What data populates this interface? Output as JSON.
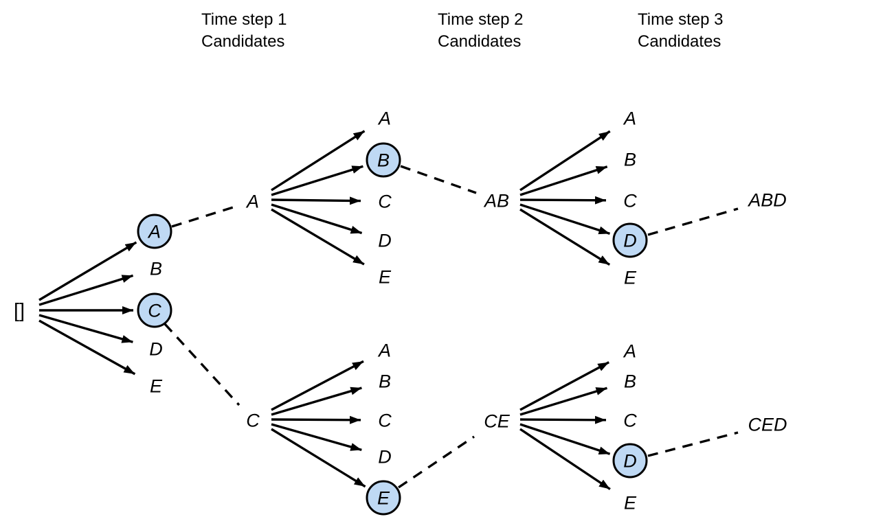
{
  "headers": [
    {
      "line1": "Time step 1",
      "line2": "Candidates"
    },
    {
      "line1": "Time step 2",
      "line2": "Candidates"
    },
    {
      "line1": "Time step 3",
      "line2": "Candidates"
    }
  ],
  "root": "[]",
  "beams": [
    {
      "name": "start",
      "candidates": [
        "A",
        "B",
        "C",
        "D",
        "E"
      ],
      "selected": [
        "A",
        "C"
      ],
      "selected_indices": [
        0,
        2
      ]
    },
    {
      "name": "beam-a",
      "label": "A",
      "candidates": [
        "A",
        "B",
        "C",
        "D",
        "E"
      ],
      "selected": [
        "B"
      ],
      "selected_indices": [
        1
      ]
    },
    {
      "name": "beam-c",
      "label": "C",
      "candidates": [
        "A",
        "B",
        "C",
        "D",
        "E"
      ],
      "selected": [
        "E"
      ],
      "selected_indices": [
        4
      ]
    },
    {
      "name": "beam-ab",
      "label": "AB",
      "candidates": [
        "A",
        "B",
        "C",
        "D",
        "E"
      ],
      "selected": [
        "D"
      ],
      "selected_indices": [
        3
      ],
      "result": "ABD"
    },
    {
      "name": "beam-ce",
      "label": "CE",
      "candidates": [
        "A",
        "B",
        "C",
        "D",
        "E"
      ],
      "selected": [
        "D"
      ],
      "selected_indices": [
        3
      ],
      "result": "CED"
    }
  ],
  "colors": {
    "selected_node_fill": "#BFD9F4",
    "stroke": "#000000",
    "background": "#FFFFFF"
  }
}
